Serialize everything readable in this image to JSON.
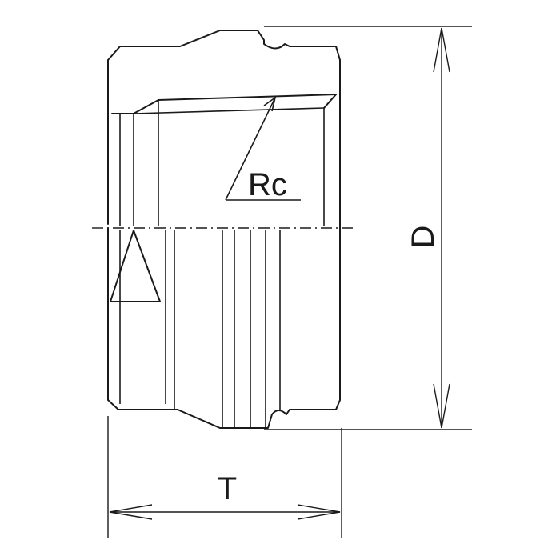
{
  "labels": {
    "thread": "Rc",
    "diameter": "D",
    "thickness": "T"
  },
  "colors": {
    "line": "#1a1a1a",
    "background": "#ffffff"
  }
}
